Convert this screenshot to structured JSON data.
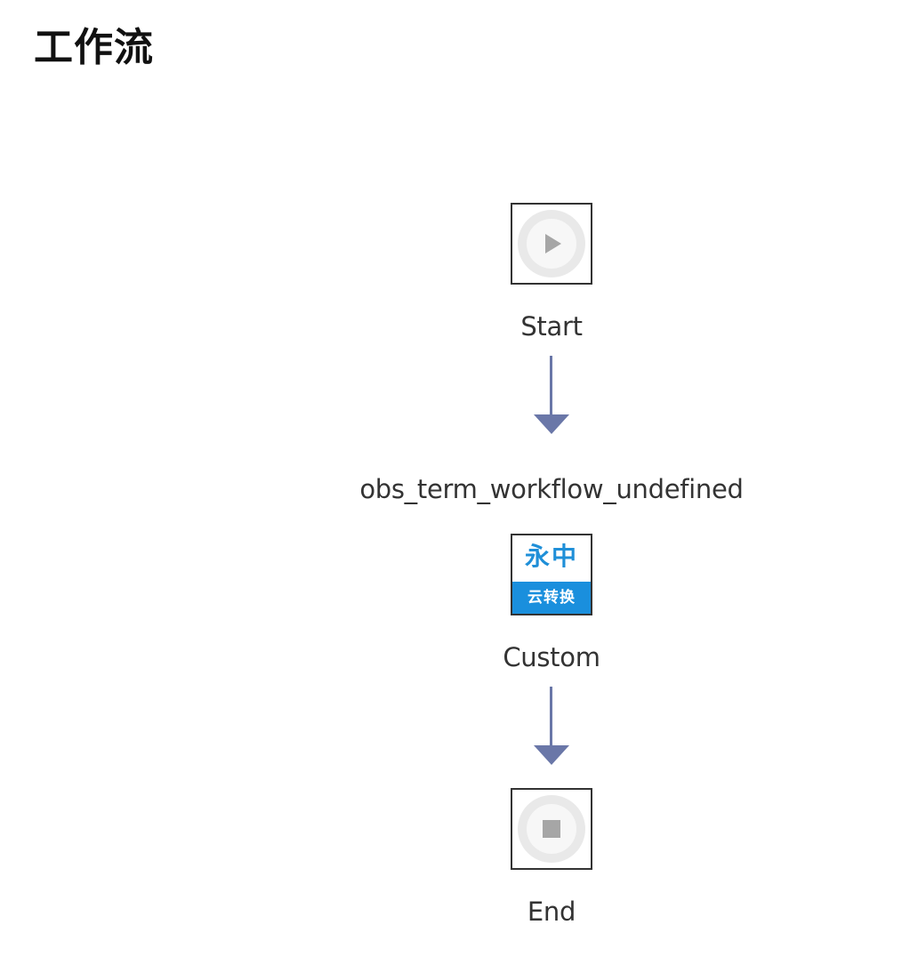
{
  "page": {
    "title": "工作流"
  },
  "workflow": {
    "nodes": [
      {
        "label": "Start",
        "icon": "play-icon"
      },
      {
        "label": "Custom",
        "icon": "custom-logo-icon",
        "caption": "obs_term_workflow_undefined"
      },
      {
        "label": "End",
        "icon": "stop-icon"
      }
    ],
    "custom_logo": {
      "top_text": "永中",
      "bottom_text": "云转换"
    }
  },
  "colors": {
    "arrow": "#6a77a8",
    "logo_blue": "#1a8fdd",
    "ring_gray": "#e9e9e9",
    "icon_gray": "#a6a6a6"
  }
}
